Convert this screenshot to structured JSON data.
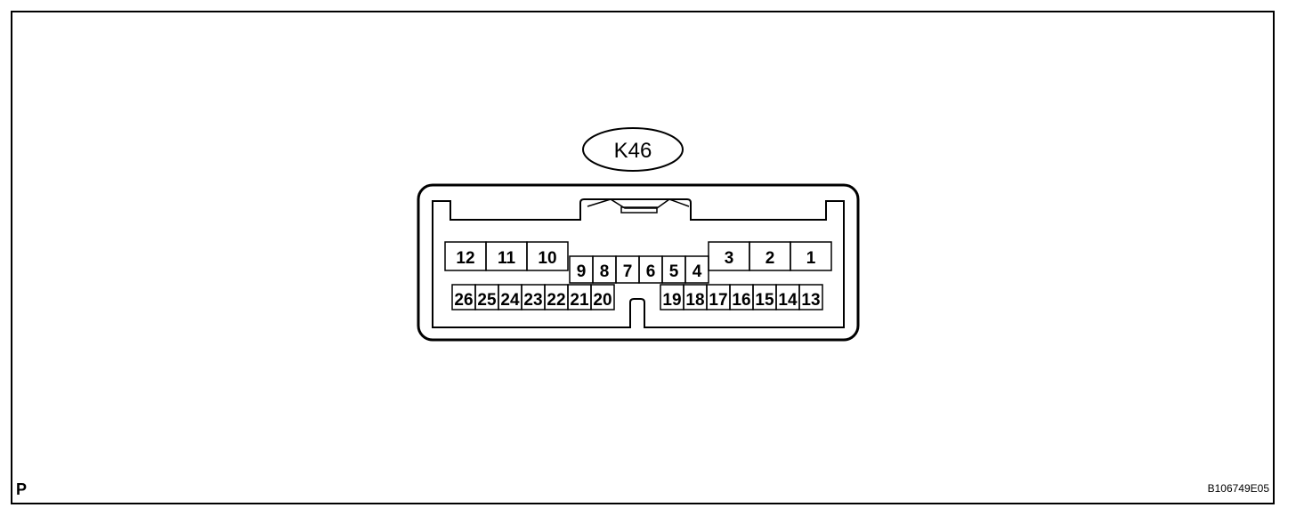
{
  "connector": {
    "label": "K46",
    "top_row_left": [
      "12",
      "11",
      "10"
    ],
    "top_row_mid": [
      "9",
      "8",
      "7",
      "6",
      "5",
      "4"
    ],
    "top_row_right": [
      "3",
      "2",
      "1"
    ],
    "bottom_row_left": [
      "26",
      "25",
      "24",
      "23",
      "22",
      "21",
      "20"
    ],
    "bottom_row_right": [
      "19",
      "18",
      "17",
      "16",
      "15",
      "14",
      "13"
    ]
  },
  "footer": {
    "left_mark": "P",
    "figure_code": "B106749E05"
  },
  "colors": {
    "line": "#000000",
    "background": "#ffffff"
  }
}
